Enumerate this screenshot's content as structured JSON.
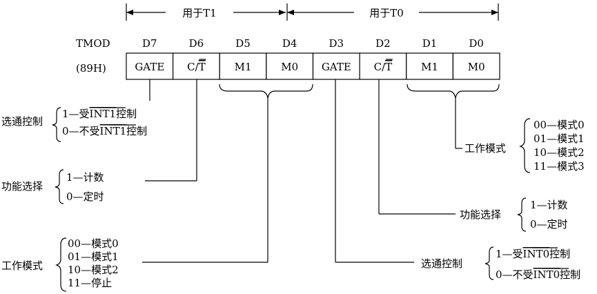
{
  "header": {
    "t1_label": "用于T1",
    "t0_label": "用于T0"
  },
  "register": {
    "name": "TMOD",
    "address": "(89H)",
    "bit_names": [
      "D7",
      "D6",
      "D5",
      "D4",
      "D3",
      "D2",
      "D1",
      "D0"
    ],
    "cells": [
      {
        "text": "GATE",
        "overline": ""
      },
      {
        "text": "C/",
        "overline": "T"
      },
      {
        "text": "M1",
        "overline": ""
      },
      {
        "text": "M0",
        "overline": ""
      },
      {
        "text": "GATE",
        "overline": ""
      },
      {
        "text": "C/",
        "overline": "T"
      },
      {
        "text": "M1",
        "overline": ""
      },
      {
        "text": "M0",
        "overline": ""
      }
    ]
  },
  "t1": {
    "gate": {
      "label": "选通控制",
      "options": [
        {
          "pre": "1—受",
          "over": "INT1",
          "post": "控制"
        },
        {
          "pre": "0—不受",
          "over": "INT1",
          "post": "控制"
        }
      ]
    },
    "ct": {
      "label": "功能选择",
      "options": [
        "1—计数",
        "0—定时"
      ]
    },
    "mode": {
      "label": "工作模式",
      "options": [
        "00—模式0",
        "01—模式1",
        "10—模式2",
        "11—停止"
      ]
    }
  },
  "t0": {
    "mode": {
      "label": "工作模式",
      "options": [
        "00—模式0",
        "01—模式1",
        "10—模式2",
        "11—模式3"
      ]
    },
    "ct": {
      "label": "功能选择",
      "options": [
        "1—计数",
        "0—定时"
      ]
    },
    "gate": {
      "label": "选通控制",
      "options": [
        {
          "pre": "1—受",
          "over": "INT0",
          "post": "控制"
        },
        {
          "pre": "0—不受",
          "over": "INT0",
          "post": "控制"
        }
      ]
    }
  }
}
